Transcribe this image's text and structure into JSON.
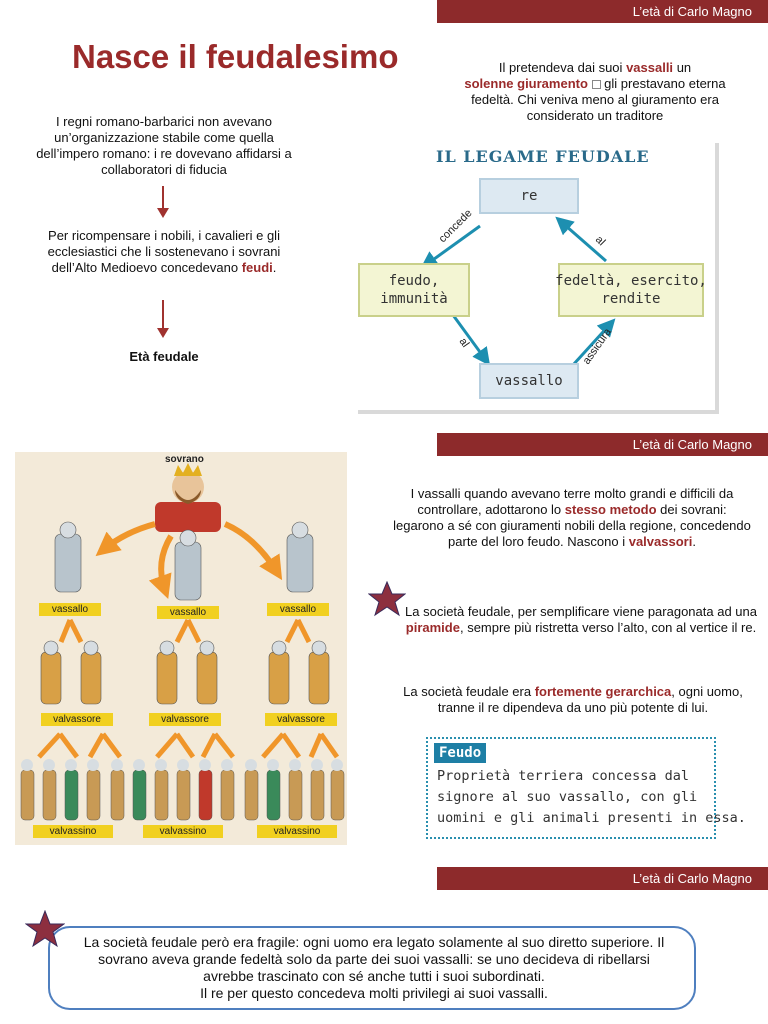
{
  "header_band": "L’età di Carlo Magno",
  "title": "Nasce il feudalesimo",
  "left": {
    "p1": "I regni romano-barbarici non avevano un’organizzazione stabile come quella dell’impero romano: i re dovevano affidarsi a collaboratori di fiducia",
    "p2_a": "Per ricompensare i nobili, i cavalieri e gli ecclesiastici che li sostenevano i sovrani dell’Alto Medioevo concedevano",
    "p2_hl": "feudi",
    "p2_b": ".",
    "p3": "Età feudale"
  },
  "right_top": {
    "a": "Il pretendeva dai suoi",
    "hl1": "vassalli",
    "b": "un",
    "hl2": "solenne giuramento",
    "sym": "",
    "c": "gli prestavano eterna fedeltà. Chi veniva meno al giuramento era considerato un traditore"
  },
  "diagram": {
    "title": "IL LEGAME FEUDALE",
    "re": "re",
    "feudo": "feudo,\nimmunità",
    "fedelta": "fedeltà, esercito,\nrendite",
    "vassallo": "vassallo",
    "concede": "concede",
    "al_top": "al",
    "al_bottom": "al",
    "assicura": "assicura"
  },
  "pyramid": {
    "sovrano": "sovrano",
    "vassallo": "vassallo",
    "valvassore": "valvassore",
    "valvassino": "valvassino"
  },
  "mid": {
    "p1_a": "I vassalli quando avevano terre molto grandi e difficili da controllare, adottarono lo",
    "p1_hl": "stesso metodo",
    "p1_b": "dei sovrani: legarono a sé con giuramenti nobili della regione, concedendo parte del loro feudo. Nascono i",
    "p1_hl2": "valvassori",
    "p1_c": ".",
    "p2_a": "La società feudale, per semplificare viene paragonata ad una",
    "p2_hl": "piramide",
    "p2_b": ", sempre più ristretta verso l’alto, con al vertice il re.",
    "p3_a": "La società feudale era",
    "p3_hl": "fortemente gerarchica",
    "p3_b": ", ogni uomo, tranne il re dipendeva da uno più potente di lui."
  },
  "feudo_box": {
    "tag": "Feudo",
    "text": "Proprietà terriera concessa dal\nsignore al suo vassallo, con gli\nuomini e gli animali presenti in essa."
  },
  "bottom": {
    "text": "La società feudale però era fragile: ogni uomo era legato solamente al suo diretto superiore. Il sovrano aveva grande fedeltà solo da parte dei suoi vassalli: se uno decideva di ribellarsi avrebbe trascinato con sé anche tutti i suoi subordinati.\nIl re per questo concedeva molti privilegi ai suoi vassalli."
  },
  "colors": {
    "accent": "#8d2a2b",
    "highlight": "#9a2a2a",
    "diagram_box": "#dde9f2",
    "diagram_green": "#f3f5d3",
    "label_yellow": "#f1d020",
    "arrow_orange": "#f0962a"
  }
}
